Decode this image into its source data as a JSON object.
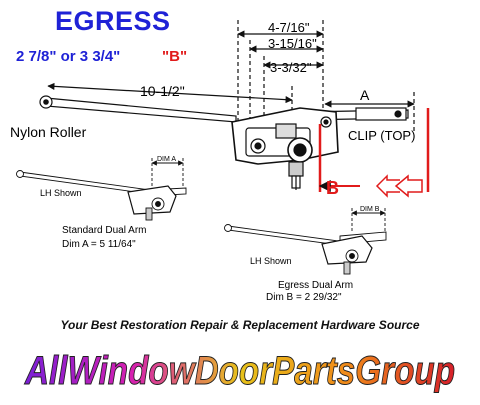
{
  "header": {
    "title": "EGRESS",
    "sizes": "2 7/8\" or 3 3/4\"",
    "badge": "\"B\""
  },
  "main_diagram": {
    "dim_4_7_16": "4-7/16\"",
    "dim_3_15_16": "3-15/16\"",
    "dim_3_3_32": "3-3/32\"",
    "dim_10_1_2": "10-1/2\"",
    "dim_a": "A",
    "label_nylon_roller": "Nylon Roller",
    "label_clip": "CLIP (TOP)",
    "label_b": "B"
  },
  "standard": {
    "dim_label": "DIM A",
    "lh_shown": "LH Shown",
    "name": "Standard Dual Arm",
    "dim_value": "Dim A = 5 11/64\""
  },
  "egress": {
    "dim_label": "DIM B",
    "lh_shown": "LH Shown",
    "name": "Egress Dual Arm",
    "dim_value": "Dim B = 2 29/32\""
  },
  "footer": {
    "tagline": "Your Best Restoration Repair & Replacement Hardware Source",
    "logo_text": "AllWindowDoorPartsGroup"
  },
  "colors": {
    "title": "#1f22d6",
    "accent": "#e11b1b",
    "line": "#111111"
  }
}
